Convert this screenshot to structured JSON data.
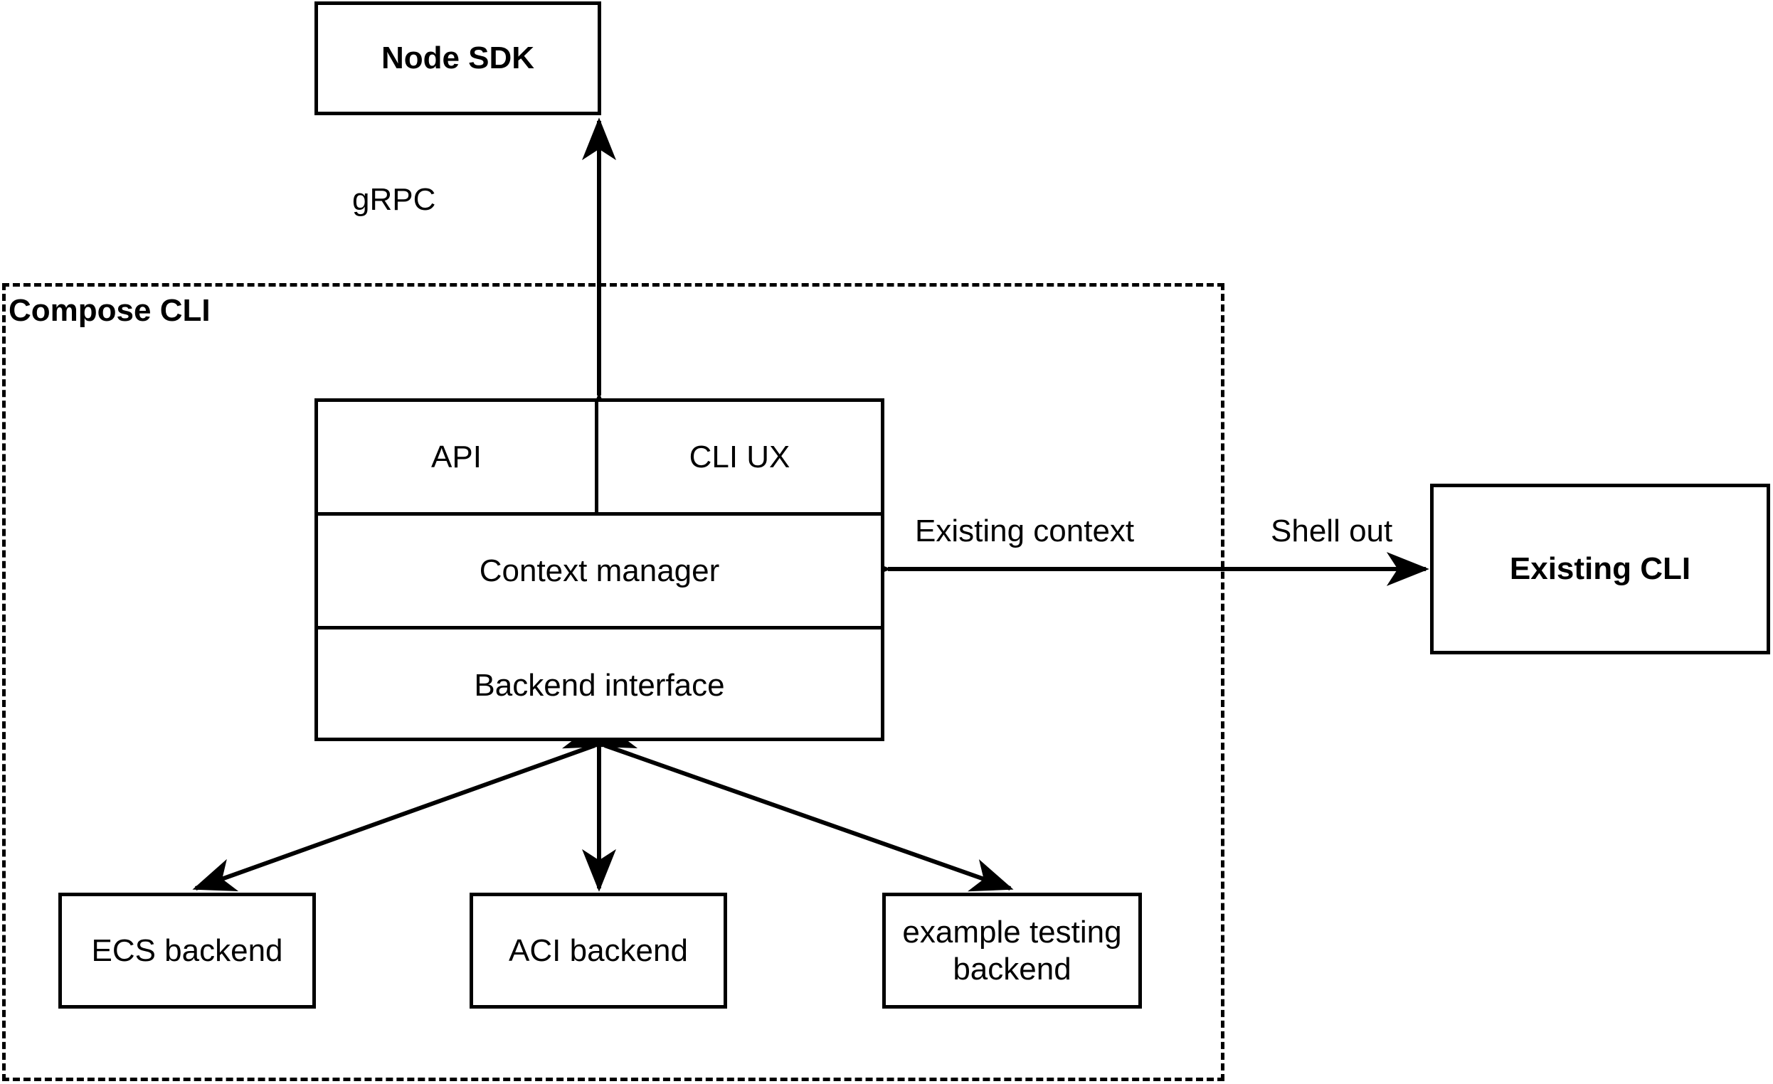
{
  "diagram": {
    "title_node_sdk": "Node SDK",
    "group": {
      "label": "Compose CLI"
    },
    "stack": {
      "api": "API",
      "cli_ux": "CLI UX",
      "context_manager": "Context manager",
      "backend_interface": "Backend interface"
    },
    "external": {
      "existing_cli": "Existing CLI"
    },
    "backends": [
      {
        "label": "ECS backend"
      },
      {
        "label": "ACI backend"
      },
      {
        "label_line1": "example testing",
        "label_line2": "backend"
      }
    ],
    "edge_labels": {
      "grpc": "gRPC",
      "existing_context": "Existing context",
      "shell_out": "Shell out"
    },
    "colors": {
      "stroke": "#000000",
      "background": "#ffffff",
      "text": "#000000"
    }
  }
}
